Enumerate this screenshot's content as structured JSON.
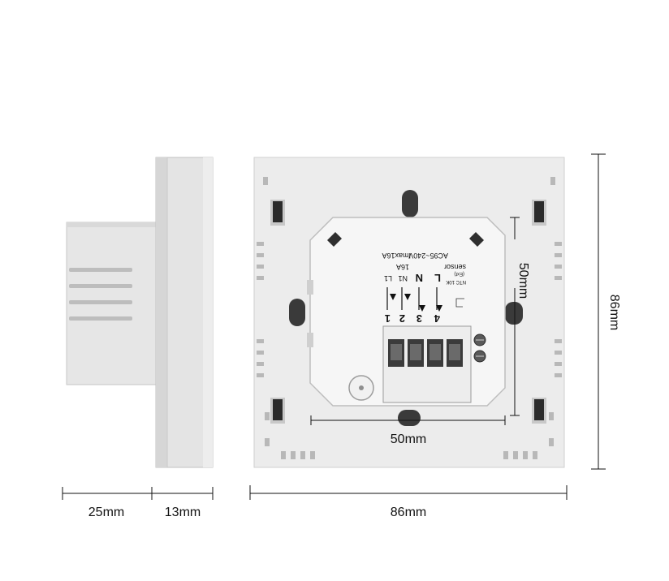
{
  "dimensions": {
    "side_depth": "25mm",
    "side_plate": "13mm",
    "front_width": "86mm",
    "front_height": "86mm",
    "module_height": "50mm",
    "module_width": "50mm"
  },
  "terminal_block": {
    "current_rating": "Imax16A",
    "current_rating_short": "16A",
    "voltage": "AC95~240V",
    "sensor_label": "sensor",
    "sensor_sub": "(Ext)",
    "sensor_model": "NTC 10K",
    "terminal_numbers": [
      "1",
      "2",
      "3",
      "4"
    ],
    "terminal_labels": [
      "L1",
      "N1",
      "N",
      "L"
    ]
  }
}
